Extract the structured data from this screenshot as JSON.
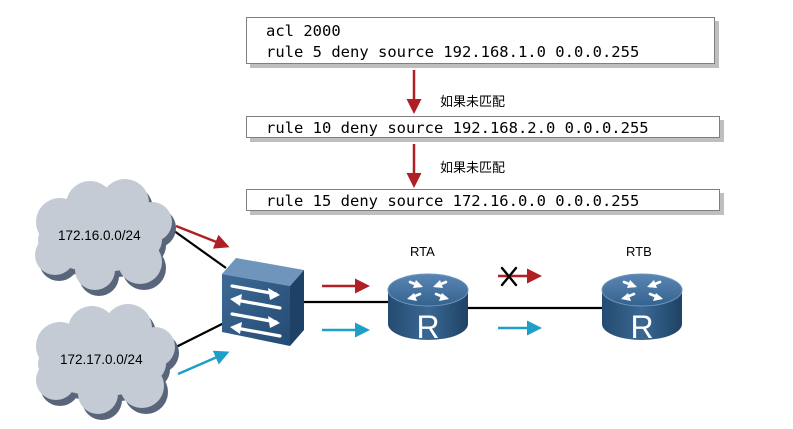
{
  "acl": {
    "line1": "acl 2000",
    "line2": "rule 5 deny source 192.168.1.0 0.0.0.255",
    "rule10": "rule 10 deny source 192.168.2.0 0.0.0.255",
    "rule15": "rule 15 deny source 172.16.0.0 0.0.0.255"
  },
  "flow": {
    "no_match_1": "如果未匹配",
    "no_match_2": "如果未匹配"
  },
  "routers": {
    "rta": "RTA",
    "rtb": "RTB",
    "router_letter": "R"
  },
  "networks": {
    "net1": "172.16.0.0/24",
    "net2": "172.17.0.0/24"
  },
  "colors": {
    "denied_flow": "#b01f24",
    "permitted_flow": "#1e9fc8",
    "device_blue": "#2f5a85",
    "cloud": "#c4cbd5",
    "cloud_shadow": "#58657a"
  },
  "icons": {
    "switch": "switch-icon",
    "router": "router-icon",
    "cloud": "cloud-icon",
    "blocked": "x-mark-icon"
  }
}
